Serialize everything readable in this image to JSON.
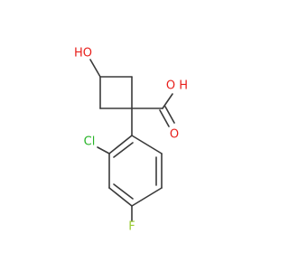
{
  "structure": {
    "atoms": {
      "hydroxyl": {
        "label": "HO",
        "color": "#e8201c"
      },
      "carboxyl_oh": {
        "label": "O H",
        "color": "#e8201c"
      },
      "carboxyl_o": {
        "label": "O",
        "color": "#e8201c"
      },
      "chloro": {
        "label": "Cl",
        "color": "#27b427"
      },
      "fluoro": {
        "label": "F",
        "color": "#9acd32"
      }
    },
    "bond_color": "#3a3a3a"
  }
}
